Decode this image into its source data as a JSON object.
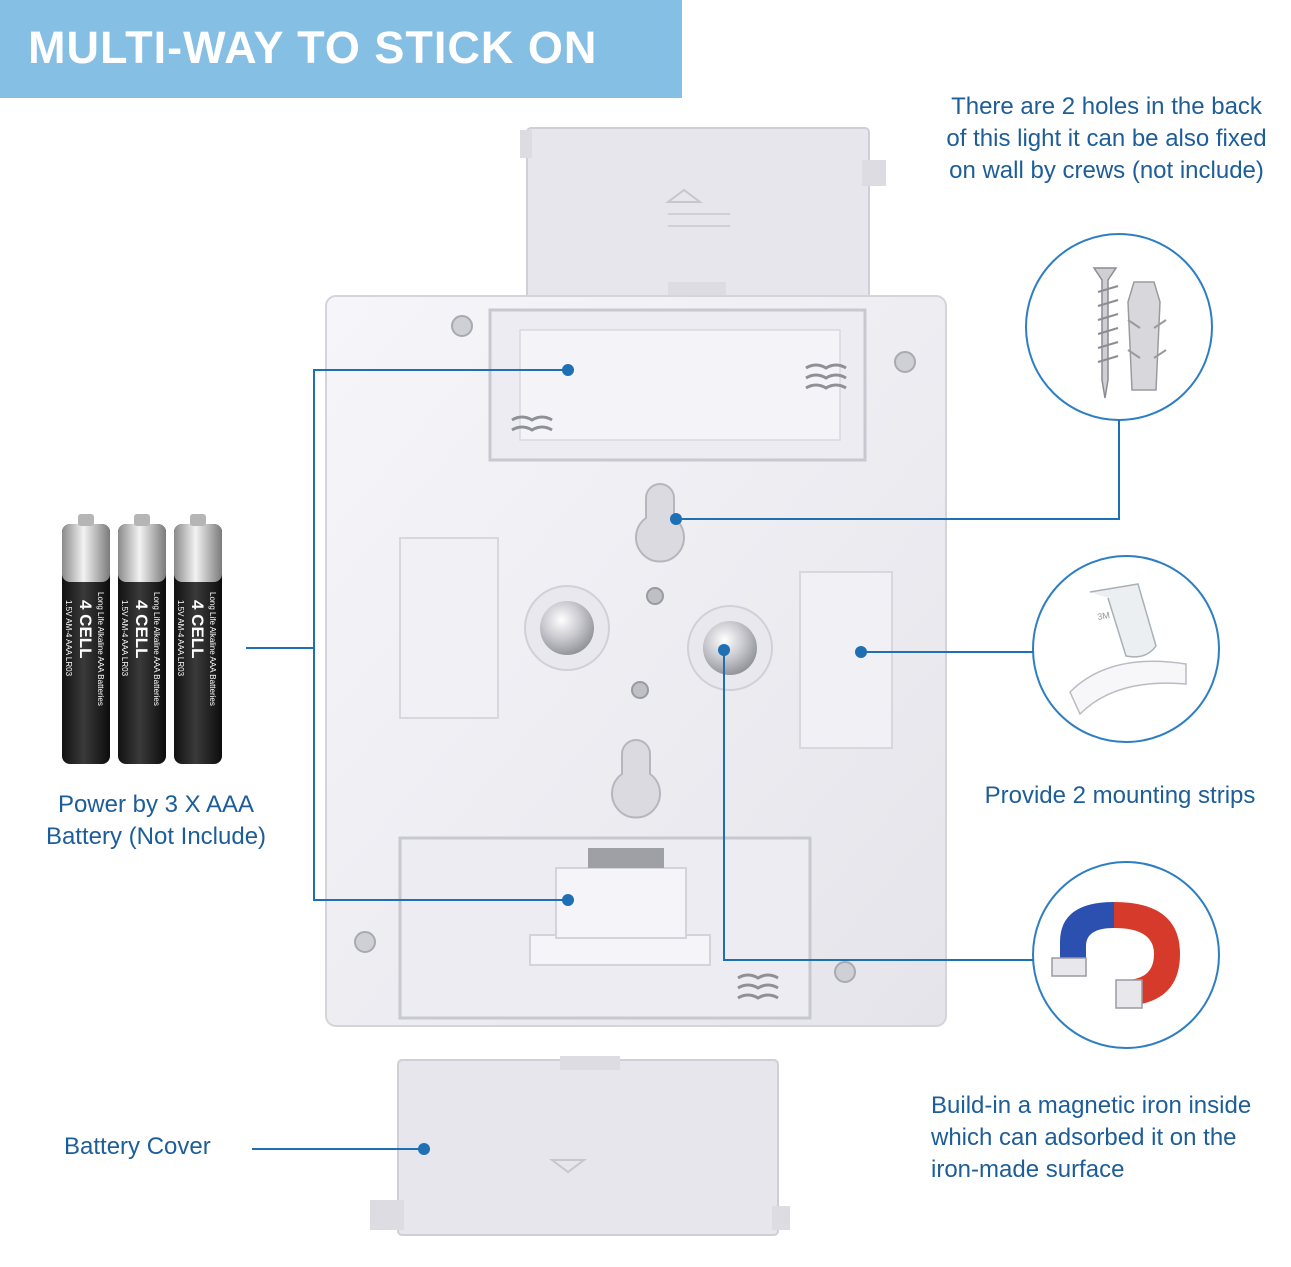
{
  "banner": {
    "title": "MULTI-WAY TO STICK ON"
  },
  "callouts": {
    "holes": {
      "lines": [
        "There are 2 holes in the back",
        "of this light it can be also fixed",
        "on wall by crews (not include)"
      ]
    },
    "strips": {
      "label": "Provide 2 mounting strips"
    },
    "magnet": {
      "lines": [
        "Build-in a magnetic iron inside",
        "which can adsorbed it on the",
        "iron-made surface"
      ]
    },
    "battery": {
      "lines": [
        "Power by 3 X AAA",
        "Battery (Not Include)"
      ]
    },
    "cover": {
      "label": "Battery Cover"
    }
  },
  "battery_print": {
    "brand": "4 CELL",
    "type": "Long Life Alkaline AAA Batteries",
    "spec": "1.5V AM-4 AAA LR03"
  },
  "colors": {
    "banner": "#86bfe4",
    "callout_text": "#1d5d99",
    "leader_line": "#1f6fb4",
    "product_body": "#f3f3f7"
  },
  "icons": [
    "screw-and-anchor-icon",
    "adhesive-strip-icon",
    "horseshoe-magnet-icon",
    "aaa-battery-icon"
  ]
}
